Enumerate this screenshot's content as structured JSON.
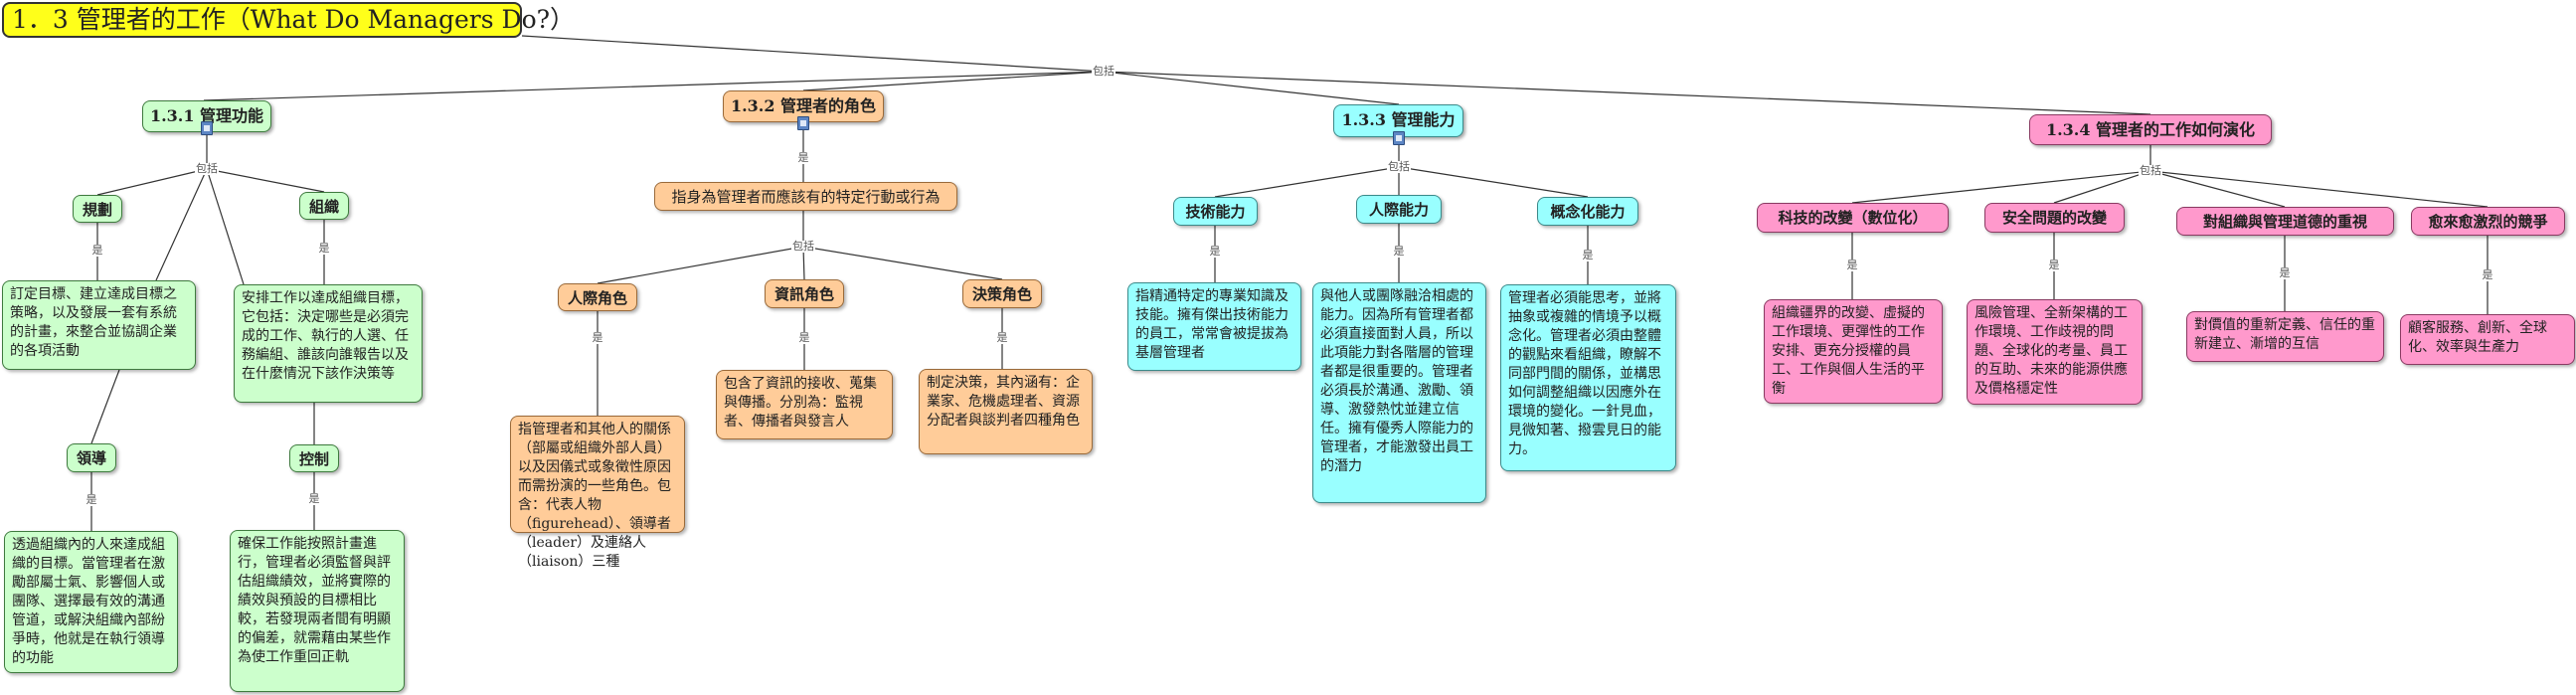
{
  "title": "1．3 管理者的工作（What Do Managers Do?）",
  "labels": {
    "include": "包括",
    "is": "是"
  },
  "sections": {
    "functions": {
      "header": "1.3.1  管理功能",
      "planning": {
        "name": "規劃",
        "desc": "訂定目標、建立達成目標之策略，以及發展一套有系統的計畫，來整合並協調企業的各項活動"
      },
      "organizing": {
        "name": "組織",
        "desc": "安排工作以達成組織目標，它包括：決定哪些是必須完成的工作、執行的人選、任務編組、誰該向誰報告以及在什麼情況下該作決策等"
      },
      "leading": {
        "name": "領導",
        "desc": "透過組織內的人來達成組織的目標。當管理者在激勵部屬士氣、影響個人或團隊、選擇最有效的溝通管道，或解決組織內部紛爭時，他就是在執行領導的功能"
      },
      "controlling": {
        "name": "控制",
        "desc": "確保工作能按照計畫進行，管理者必須監督與評估組織績效，並將實際的績效與預設的目標相比較，若發現兩者間有明顯的偏差，就需藉由某些作為使工作重回正軌"
      }
    },
    "roles": {
      "header": "1.3.2  管理者的角色",
      "definition": "指身為管理者而應該有的特定行動或行為",
      "interpersonal": {
        "name": "人際角色",
        "desc": "指管理者和其他人的關係（部屬或組織外部人員）以及因儀式或象徵性原因而需扮演的一些角色。包含：代表人物（figurehead）、領導者（leader）及連絡人（liaison）三種"
      },
      "informational": {
        "name": "資訊角色",
        "desc": "包含了資訊的接收、蒐集與傳播。分別為：監視者、傳播者與發言人"
      },
      "decisional": {
        "name": "決策角色",
        "desc": "制定決策，其內涵有：企業家、危機處理者、資源分配者與談判者四種角色"
      }
    },
    "skills": {
      "header": "1.3.3  管理能力",
      "technical": {
        "name": "技術能力",
        "desc": "指精通特定的專業知識及技能。擁有傑出技術能力的員工，常常會被提拔為基層管理者"
      },
      "human": {
        "name": "人際能力",
        "desc": "與他人或團隊融洽相處的能力。因為所有管理者都必須直接面對人員，所以此項能力對各階層的管理者都是很重要的。管理者必須長於溝通、激勵、領導、激發熱忱並建立信任。擁有優秀人際能力的管理者，才能激發出員工的潛力"
      },
      "conceptual": {
        "name": "概念化能力",
        "desc": "管理者必須能思考，並將抽象或複雜的情境予以概念化。管理者必須由整體的觀點來看組織，瞭解不同部門間的關係，並構思如何調整組織以因應外在環境的變化。一針見血，見微知著、撥雲見日的能力。"
      }
    },
    "evolution": {
      "header": "1.3.4  管理者的工作如何演化",
      "tech": {
        "name": "科技的改變（數位化）",
        "desc": "組織疆界的改變、虛擬的工作環境、更彈性的工作安排、更充分授權的員工、工作與個人生活的平衡"
      },
      "security": {
        "name": "安全問題的改變",
        "desc": "風險管理、全新架構的工作環境、工作歧視的問題、全球化的考量、員工的互助、未來的能源供應及價格穩定性"
      },
      "ethics": {
        "name": "對組織與管理道德的重視",
        "desc": "對價值的重新定義、信任的重新建立、漸增的互信"
      },
      "competition": {
        "name": "愈來愈激烈的競爭",
        "desc": "顧客服務、創新、全球化、效率與生產力"
      }
    }
  }
}
